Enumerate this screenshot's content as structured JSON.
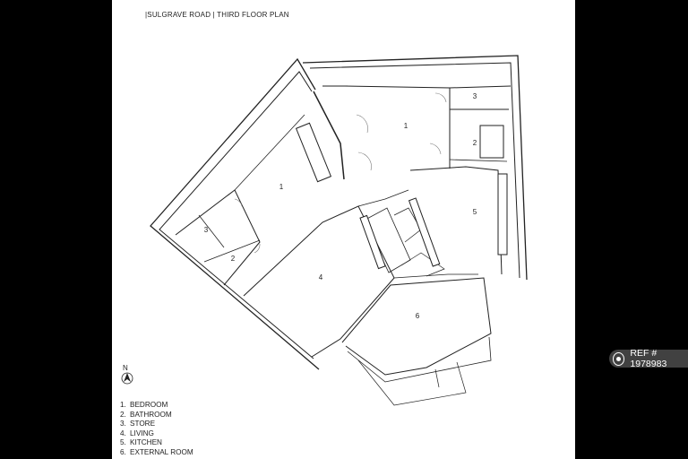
{
  "title": "|SULGRAVE ROAD | THIRD FLOOR PLAN",
  "north_label": "N",
  "rooms": [
    {
      "id": "bedroom-a",
      "label": "1"
    },
    {
      "id": "bedroom-b",
      "label": "1"
    },
    {
      "id": "store-a",
      "label": "3"
    },
    {
      "id": "store-b",
      "label": "3"
    },
    {
      "id": "bathroom-a",
      "label": "2"
    },
    {
      "id": "bathroom-b",
      "label": "2"
    },
    {
      "id": "living",
      "label": "4"
    },
    {
      "id": "kitchen",
      "label": "5"
    },
    {
      "id": "external",
      "label": "6"
    }
  ],
  "legend": [
    {
      "num": "1.",
      "label": "BEDROOM"
    },
    {
      "num": "2.",
      "label": "BATHROOM"
    },
    {
      "num": "3.",
      "label": "STORE"
    },
    {
      "num": "4.",
      "label": "LIVING"
    },
    {
      "num": "5.",
      "label": "KITCHEN"
    },
    {
      "num": "6.",
      "label": "EXTERNAL ROOM"
    }
  ],
  "badge": {
    "icon": "camera-icon",
    "text": "REF # 1978983"
  },
  "colors": {
    "background": "#000000",
    "sheet": "#ffffff",
    "line": "#222222",
    "badge": "#464646"
  }
}
